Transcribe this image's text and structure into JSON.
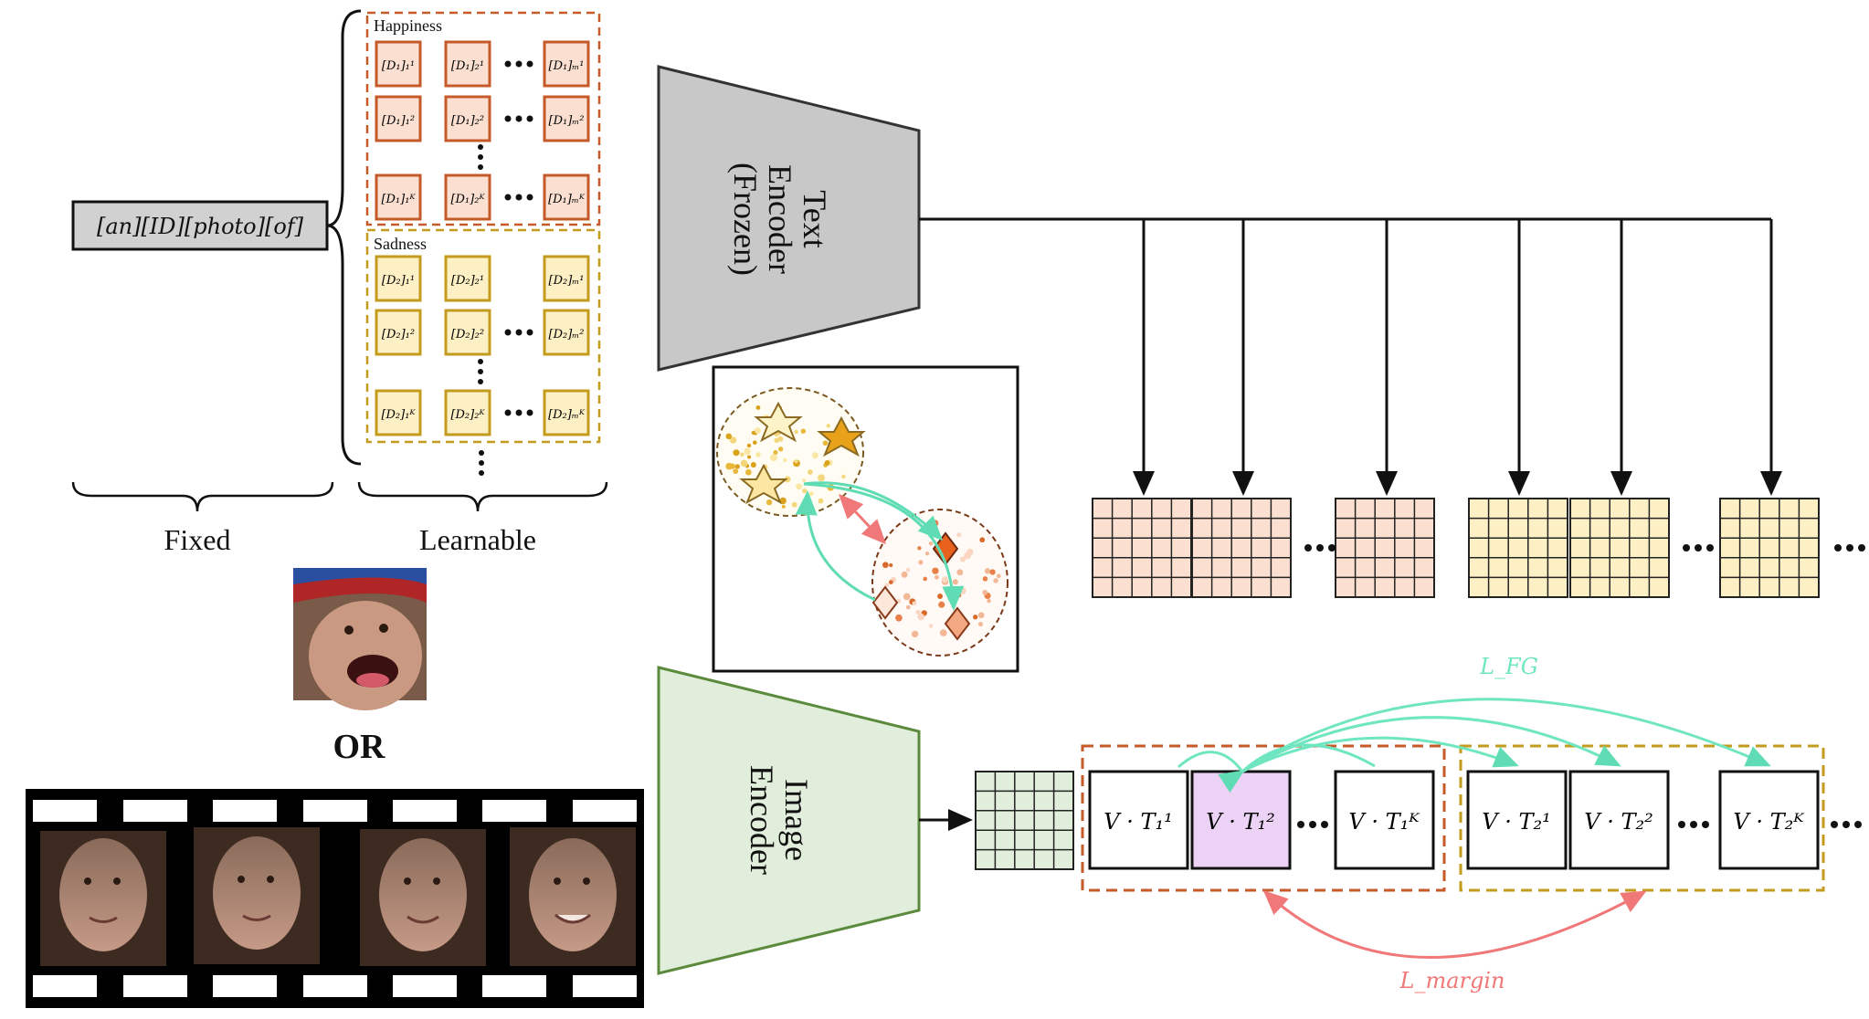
{
  "prompt": {
    "fixed_tokens": "[an][ID][photo][of]",
    "fixed_label": "Fixed",
    "learnable_label": "Learnable",
    "groups": [
      {
        "name": "Happiness",
        "tokens": [
          [
            "[D₁]₁¹",
            "[D₁]₂¹",
            "[D₁]ₘ¹"
          ],
          [
            "[D₁]₁²",
            "[D₁]₂²",
            "[D₁]ₘ²"
          ],
          [
            "[D₁]₁ᴷ",
            "[D₁]₂ᴷ",
            "[D₁]ₘᴷ"
          ]
        ]
      },
      {
        "name": "Sadness",
        "tokens": [
          [
            "[D₂]₁¹",
            "[D₂]₂¹",
            "[D₂]ₘ¹"
          ],
          [
            "[D₂]₁²",
            "[D₂]₂²",
            "[D₂]ₘ²"
          ],
          [
            "[D₂]₁ᴷ",
            "[D₂]₂ᴷ",
            "[D₂]ₘᴷ"
          ]
        ]
      }
    ],
    "or_label": "OR"
  },
  "text_encoder": {
    "line1": "Text",
    "line2": "Encoder",
    "line3": "(Frozen)"
  },
  "image_encoder": {
    "line1": "Image",
    "line2": "Encoder"
  },
  "similarity_cells": {
    "group1": [
      "V · T₁¹",
      "V · T₁²",
      "V · T₁ᴷ"
    ],
    "group2": [
      "V · T₂¹",
      "V · T₂²",
      "V · T₂ᴷ"
    ]
  },
  "losses": {
    "fg": "L_FG",
    "margin": "L_margin"
  },
  "colors": {
    "happiness_border": "#c65a28",
    "happiness_fill": "#fbe0d2",
    "sadness_border": "#c39b1d",
    "sadness_fill": "#fdf0c4",
    "text_encoder_fill": "#c8c8c9",
    "image_encoder_fill": "#e1eedb",
    "image_encoder_border": "#5c8a3c",
    "highlight_cell": "#ecd2f5",
    "fg_arrow": "#6fe6c0",
    "margin_arrow": "#f07878"
  }
}
